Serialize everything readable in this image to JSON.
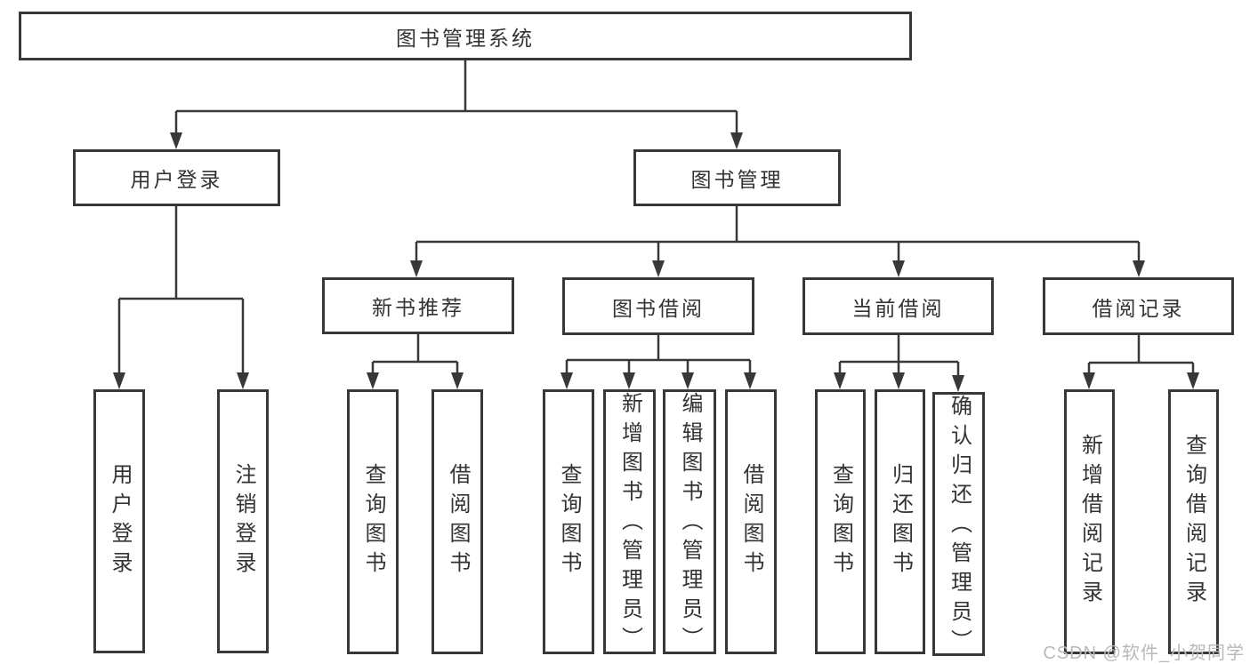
{
  "diagram_title": "图书管理系统",
  "colors": {
    "line": "#383838",
    "box_border": "#383838",
    "text": "#333333",
    "background": "#ffffff",
    "watermark": "#b9b9b9"
  },
  "watermark": {
    "text": "CSDN @软件_小贺同学"
  },
  "tree": {
    "root": {
      "label": "图书管理系统",
      "children": [
        {
          "label": "用户登录",
          "children": [
            {
              "label": "用户登录"
            },
            {
              "label": "注销登录"
            }
          ]
        },
        {
          "label": "图书管理",
          "children": [
            {
              "label": "新书推荐",
              "children": [
                {
                  "label": "查询图书"
                },
                {
                  "label": "借阅图书"
                }
              ]
            },
            {
              "label": "图书借阅",
              "children": [
                {
                  "label": "查询图书"
                },
                {
                  "label": "新增图书（管理员）"
                },
                {
                  "label": "编辑图书（管理员）"
                },
                {
                  "label": "借阅图书"
                }
              ]
            },
            {
              "label": "当前借阅",
              "children": [
                {
                  "label": "查询图书"
                },
                {
                  "label": "归还图书"
                },
                {
                  "label": "确认归还（管理员）"
                }
              ]
            },
            {
              "label": "借阅记录",
              "children": [
                {
                  "label": "新增借阅记录"
                },
                {
                  "label": "查询借阅记录"
                }
              ]
            }
          ]
        }
      ]
    }
  }
}
